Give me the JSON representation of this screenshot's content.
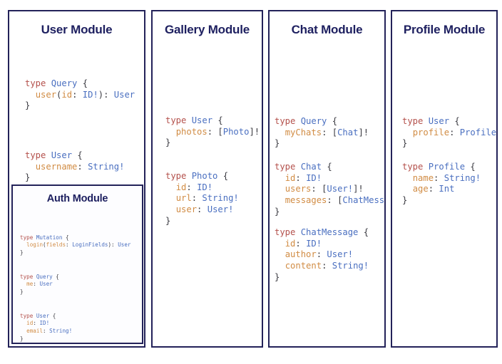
{
  "theme": {
    "page_background": "#ffffff",
    "card_border": "#232259",
    "title_color": "#1e2060",
    "code_keyword": "#b4514c",
    "code_typename": "#4a6fc0",
    "code_field": "#d18c44",
    "code_punctuation": "#3b3b42",
    "nested_card_background": "#fdfdff"
  },
  "modules": [
    {
      "id": "user",
      "title": "User Module",
      "blocks": [
        {
          "id": "user-query",
          "lines": [
            [
              {
                "t": "type ",
                "c": "kw"
              },
              {
                "t": "Query",
                "c": "tn"
              },
              {
                "t": " {",
                "c": "pn"
              }
            ],
            [
              {
                "t": "  ",
                "c": "pn"
              },
              {
                "t": "user",
                "c": "fl"
              },
              {
                "t": "(",
                "c": "pn"
              },
              {
                "t": "id",
                "c": "fl"
              },
              {
                "t": ": ",
                "c": "pn"
              },
              {
                "t": "ID!",
                "c": "tn"
              },
              {
                "t": "): ",
                "c": "pn"
              },
              {
                "t": "User",
                "c": "tn"
              }
            ],
            [
              {
                "t": "}",
                "c": "pn"
              }
            ]
          ]
        },
        {
          "id": "user-user",
          "lines": [
            [
              {
                "t": "type ",
                "c": "kw"
              },
              {
                "t": "User",
                "c": "tn"
              },
              {
                "t": " {",
                "c": "pn"
              }
            ],
            [
              {
                "t": "  ",
                "c": "pn"
              },
              {
                "t": "username",
                "c": "fl"
              },
              {
                "t": ": ",
                "c": "pn"
              },
              {
                "t": "String!",
                "c": "tn"
              }
            ],
            [
              {
                "t": "}",
                "c": "pn"
              }
            ]
          ]
        }
      ],
      "nested": {
        "id": "auth",
        "title": "Auth Module",
        "blocks": [
          {
            "id": "auth-mutation",
            "lines": [
              [
                {
                  "t": "type ",
                  "c": "kw"
                },
                {
                  "t": "Mutation",
                  "c": "tn"
                },
                {
                  "t": " {",
                  "c": "pn"
                }
              ],
              [
                {
                  "t": "  ",
                  "c": "pn"
                },
                {
                  "t": "login",
                  "c": "fl"
                },
                {
                  "t": "(",
                  "c": "pn"
                },
                {
                  "t": "fields",
                  "c": "fl"
                },
                {
                  "t": ": ",
                  "c": "pn"
                },
                {
                  "t": "LoginFields",
                  "c": "tn"
                },
                {
                  "t": "): ",
                  "c": "pn"
                },
                {
                  "t": "User",
                  "c": "tn"
                }
              ],
              [
                {
                  "t": "}",
                  "c": "pn"
                }
              ]
            ]
          },
          {
            "id": "auth-query",
            "lines": [
              [
                {
                  "t": "type ",
                  "c": "kw"
                },
                {
                  "t": "Query",
                  "c": "tn"
                },
                {
                  "t": " {",
                  "c": "pn"
                }
              ],
              [
                {
                  "t": "  ",
                  "c": "pn"
                },
                {
                  "t": "me",
                  "c": "fl"
                },
                {
                  "t": ": ",
                  "c": "pn"
                },
                {
                  "t": "User",
                  "c": "tn"
                }
              ],
              [
                {
                  "t": "}",
                  "c": "pn"
                }
              ]
            ]
          },
          {
            "id": "auth-user",
            "lines": [
              [
                {
                  "t": "type ",
                  "c": "kw"
                },
                {
                  "t": "User",
                  "c": "tn"
                },
                {
                  "t": " {",
                  "c": "pn"
                }
              ],
              [
                {
                  "t": "  ",
                  "c": "pn"
                },
                {
                  "t": "id",
                  "c": "fl"
                },
                {
                  "t": ": ",
                  "c": "pn"
                },
                {
                  "t": "ID!",
                  "c": "tn"
                }
              ],
              [
                {
                  "t": "  ",
                  "c": "pn"
                },
                {
                  "t": "email",
                  "c": "fl"
                },
                {
                  "t": ": ",
                  "c": "pn"
                },
                {
                  "t": "String!",
                  "c": "tn"
                }
              ],
              [
                {
                  "t": "}",
                  "c": "pn"
                }
              ]
            ]
          }
        ]
      }
    },
    {
      "id": "gallery",
      "title": "Gallery Module",
      "blocks": [
        {
          "id": "gallery-user",
          "lines": [
            [
              {
                "t": "type ",
                "c": "kw"
              },
              {
                "t": "User",
                "c": "tn"
              },
              {
                "t": " {",
                "c": "pn"
              }
            ],
            [
              {
                "t": "  ",
                "c": "pn"
              },
              {
                "t": "photos",
                "c": "fl"
              },
              {
                "t": ": ",
                "c": "pn"
              },
              {
                "t": "[",
                "c": "pn"
              },
              {
                "t": "Photo",
                "c": "tn"
              },
              {
                "t": "]!",
                "c": "pn"
              }
            ],
            [
              {
                "t": "}",
                "c": "pn"
              }
            ]
          ]
        },
        {
          "id": "gallery-photo",
          "lines": [
            [
              {
                "t": "type ",
                "c": "kw"
              },
              {
                "t": "Photo",
                "c": "tn"
              },
              {
                "t": " {",
                "c": "pn"
              }
            ],
            [
              {
                "t": "  ",
                "c": "pn"
              },
              {
                "t": "id",
                "c": "fl"
              },
              {
                "t": ": ",
                "c": "pn"
              },
              {
                "t": "ID!",
                "c": "tn"
              }
            ],
            [
              {
                "t": "  ",
                "c": "pn"
              },
              {
                "t": "url",
                "c": "fl"
              },
              {
                "t": ": ",
                "c": "pn"
              },
              {
                "t": "String!",
                "c": "tn"
              }
            ],
            [
              {
                "t": "  ",
                "c": "pn"
              },
              {
                "t": "user",
                "c": "fl"
              },
              {
                "t": ": ",
                "c": "pn"
              },
              {
                "t": "User!",
                "c": "tn"
              }
            ],
            [
              {
                "t": "}",
                "c": "pn"
              }
            ]
          ]
        }
      ]
    },
    {
      "id": "chat",
      "title": "Chat Module",
      "blocks": [
        {
          "id": "chat-query",
          "lines": [
            [
              {
                "t": "type ",
                "c": "kw"
              },
              {
                "t": "Query",
                "c": "tn"
              },
              {
                "t": " {",
                "c": "pn"
              }
            ],
            [
              {
                "t": "  ",
                "c": "pn"
              },
              {
                "t": "myChats",
                "c": "fl"
              },
              {
                "t": ": ",
                "c": "pn"
              },
              {
                "t": "[",
                "c": "pn"
              },
              {
                "t": "Chat",
                "c": "tn"
              },
              {
                "t": "]!",
                "c": "pn"
              }
            ],
            [
              {
                "t": "}",
                "c": "pn"
              }
            ]
          ]
        },
        {
          "id": "chat-chat",
          "lines": [
            [
              {
                "t": "type ",
                "c": "kw"
              },
              {
                "t": "Chat",
                "c": "tn"
              },
              {
                "t": " {",
                "c": "pn"
              }
            ],
            [
              {
                "t": "  ",
                "c": "pn"
              },
              {
                "t": "id",
                "c": "fl"
              },
              {
                "t": ": ",
                "c": "pn"
              },
              {
                "t": "ID!",
                "c": "tn"
              }
            ],
            [
              {
                "t": "  ",
                "c": "pn"
              },
              {
                "t": "users",
                "c": "fl"
              },
              {
                "t": ": ",
                "c": "pn"
              },
              {
                "t": "[",
                "c": "pn"
              },
              {
                "t": "User!",
                "c": "tn"
              },
              {
                "t": "]!",
                "c": "pn"
              }
            ],
            [
              {
                "t": "  ",
                "c": "pn"
              },
              {
                "t": "messages",
                "c": "fl"
              },
              {
                "t": ": ",
                "c": "pn"
              },
              {
                "t": "[",
                "c": "pn"
              },
              {
                "t": "ChatMessage",
                "c": "tn"
              },
              {
                "t": "]!",
                "c": "pn"
              }
            ],
            [
              {
                "t": "}",
                "c": "pn"
              }
            ]
          ]
        },
        {
          "id": "chat-chatmessage",
          "lines": [
            [
              {
                "t": "type ",
                "c": "kw"
              },
              {
                "t": "ChatMessage",
                "c": "tn"
              },
              {
                "t": " {",
                "c": "pn"
              }
            ],
            [
              {
                "t": "  ",
                "c": "pn"
              },
              {
                "t": "id",
                "c": "fl"
              },
              {
                "t": ": ",
                "c": "pn"
              },
              {
                "t": "ID!",
                "c": "tn"
              }
            ],
            [
              {
                "t": "  ",
                "c": "pn"
              },
              {
                "t": "author",
                "c": "fl"
              },
              {
                "t": ": ",
                "c": "pn"
              },
              {
                "t": "User!",
                "c": "tn"
              }
            ],
            [
              {
                "t": "  ",
                "c": "pn"
              },
              {
                "t": "content",
                "c": "fl"
              },
              {
                "t": ": ",
                "c": "pn"
              },
              {
                "t": "String!",
                "c": "tn"
              }
            ],
            [
              {
                "t": "}",
                "c": "pn"
              }
            ]
          ]
        }
      ]
    },
    {
      "id": "profile",
      "title": "Profile Module",
      "blocks": [
        {
          "id": "profile-user",
          "lines": [
            [
              {
                "t": "type ",
                "c": "kw"
              },
              {
                "t": "User",
                "c": "tn"
              },
              {
                "t": " {",
                "c": "pn"
              }
            ],
            [
              {
                "t": "  ",
                "c": "pn"
              },
              {
                "t": "profile",
                "c": "fl"
              },
              {
                "t": ": ",
                "c": "pn"
              },
              {
                "t": "Profile!",
                "c": "tn"
              }
            ],
            [
              {
                "t": "}",
                "c": "pn"
              }
            ]
          ]
        },
        {
          "id": "profile-profile",
          "lines": [
            [
              {
                "t": "type ",
                "c": "kw"
              },
              {
                "t": "Profile",
                "c": "tn"
              },
              {
                "t": " {",
                "c": "pn"
              }
            ],
            [
              {
                "t": "  ",
                "c": "pn"
              },
              {
                "t": "name",
                "c": "fl"
              },
              {
                "t": ": ",
                "c": "pn"
              },
              {
                "t": "String!",
                "c": "tn"
              }
            ],
            [
              {
                "t": "  ",
                "c": "pn"
              },
              {
                "t": "age",
                "c": "fl"
              },
              {
                "t": ": ",
                "c": "pn"
              },
              {
                "t": "Int",
                "c": "tn"
              }
            ],
            [
              {
                "t": "}",
                "c": "pn"
              }
            ]
          ]
        }
      ]
    }
  ]
}
